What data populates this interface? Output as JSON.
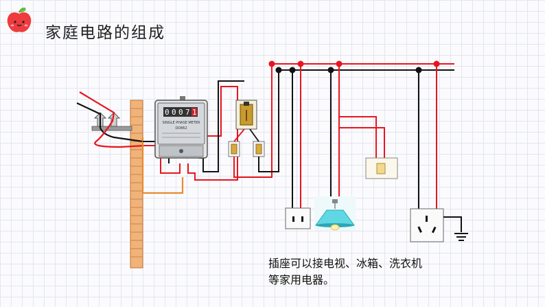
{
  "title": "家庭电路的组成",
  "meter": {
    "digits": [
      "0",
      "0",
      "0",
      "7",
      "1"
    ],
    "label": "SINGLE PHASE METER",
    "brand": "DD862"
  },
  "caption": {
    "line1": "插座可以接电视、冰箱、洗衣机",
    "line2": "等家用电器。"
  },
  "colors": {
    "live": "#e8141e",
    "neutral": "#111111",
    "ground": "#e88a2e",
    "pole": "#f0b37a",
    "lamp": "#5fd8e4"
  },
  "icons": {
    "logo": "apple-face-icon",
    "ground": "ground-symbol-icon"
  }
}
